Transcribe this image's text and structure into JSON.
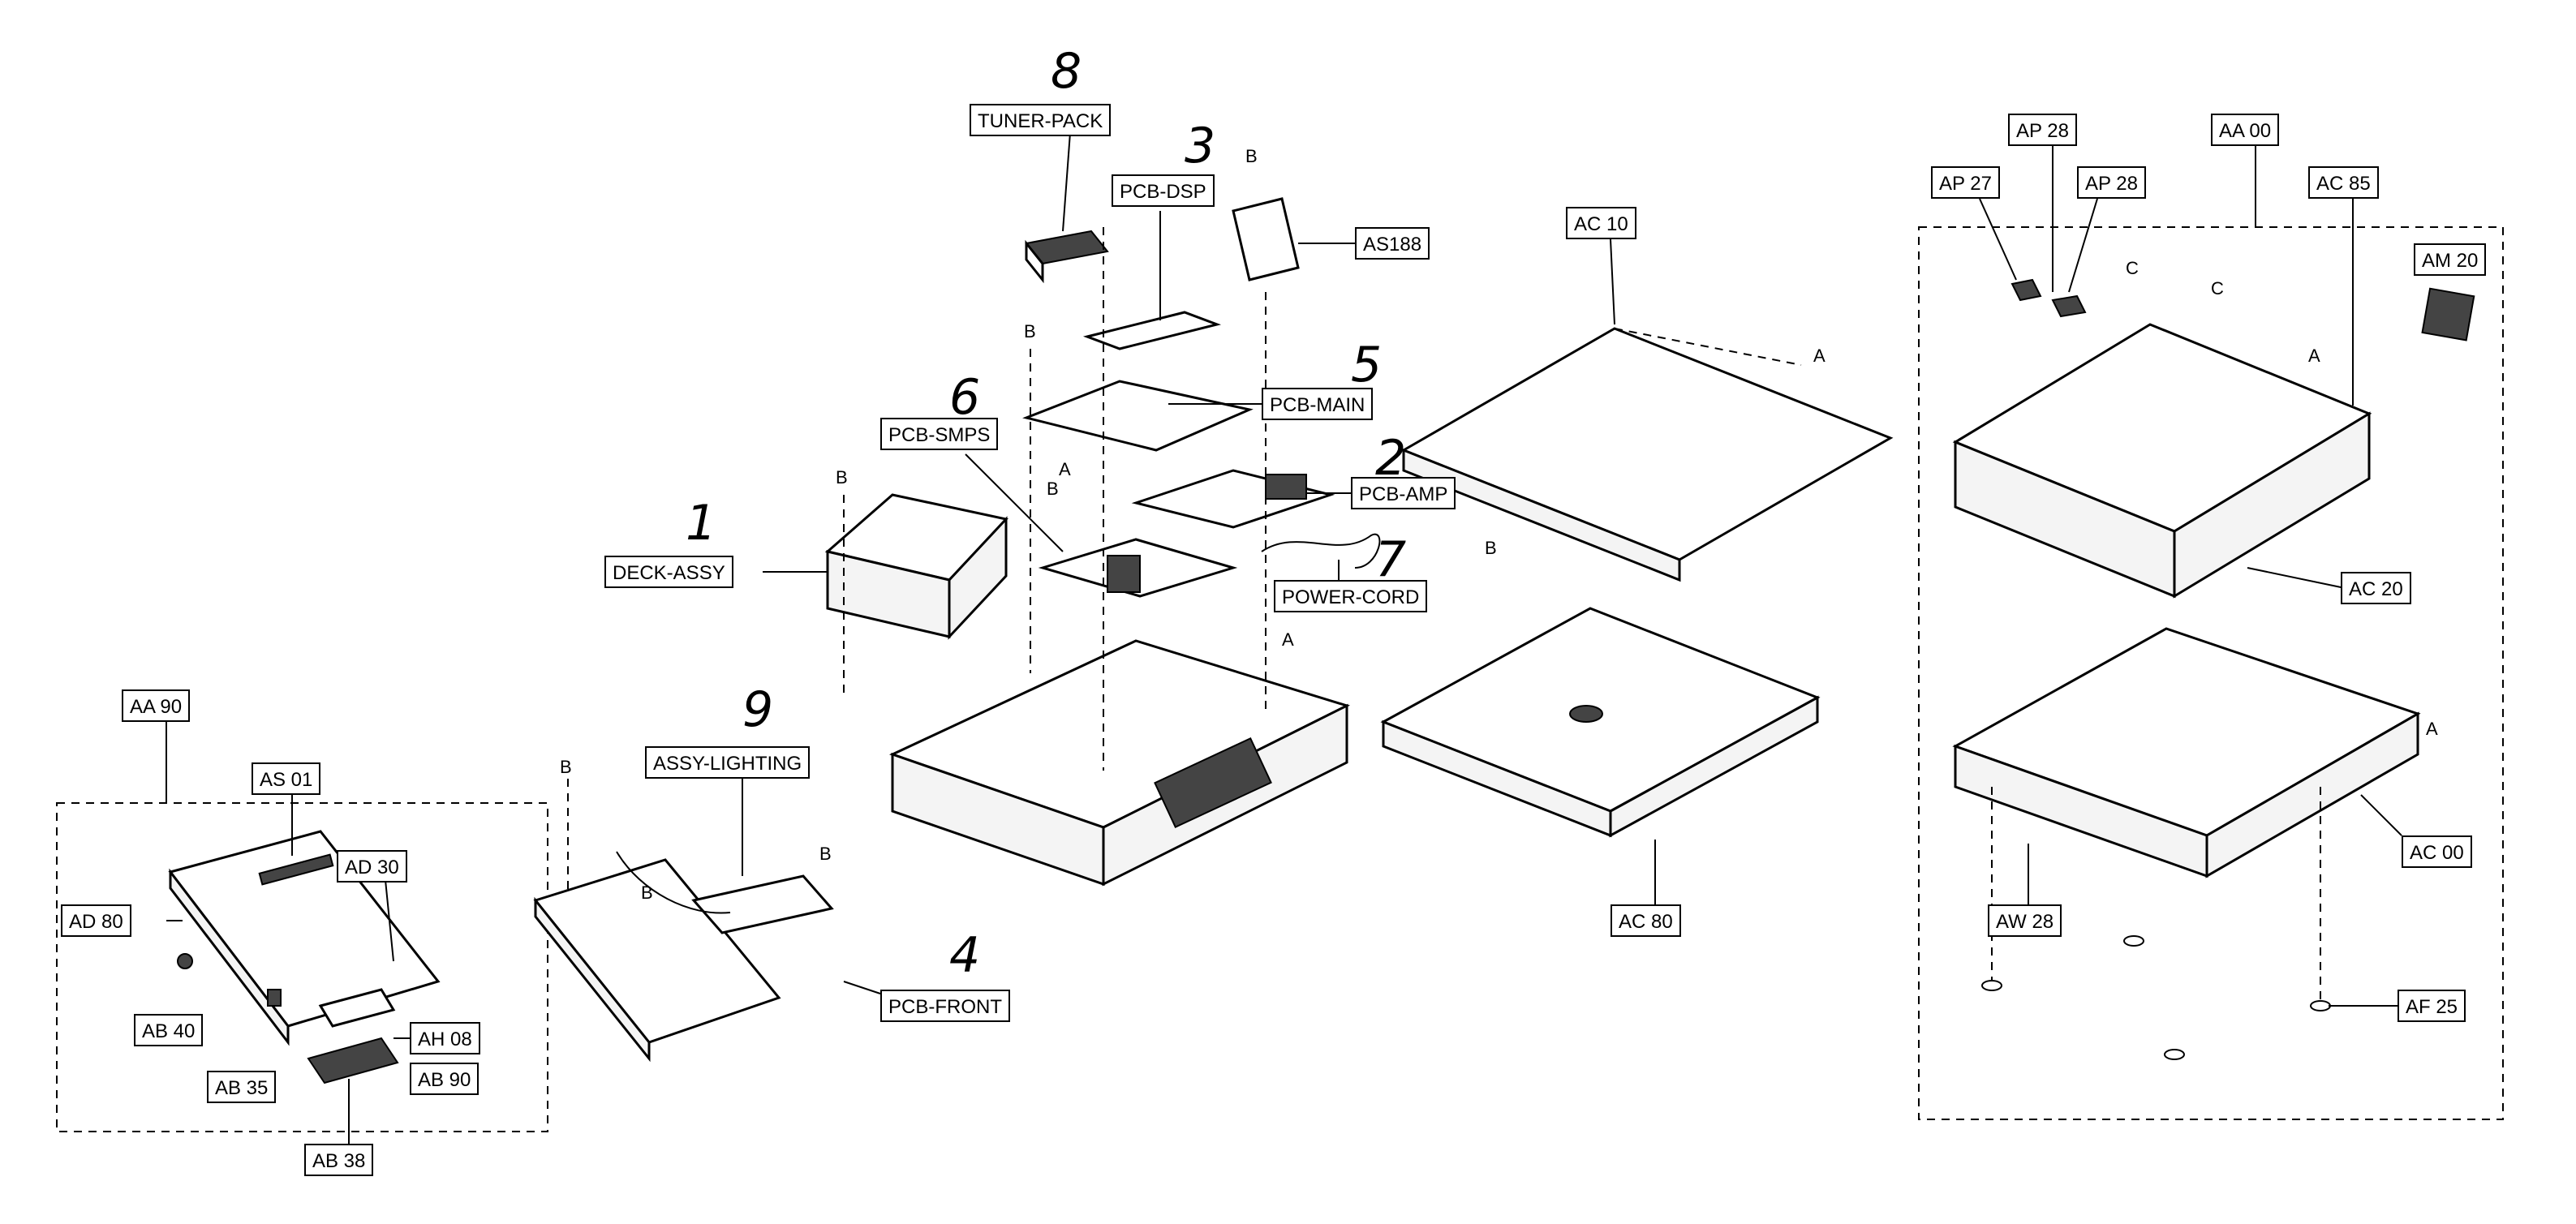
{
  "callouts": {
    "tuner_pack": "TUNER-PACK",
    "pcb_dsp": "PCB-DSP",
    "as188": "AS188",
    "ac10": "AC 10",
    "pcb_main": "PCB-MAIN",
    "pcb_smps": "PCB-SMPS",
    "pcb_amp": "PCB-AMP",
    "deck_assy": "DECK-ASSY",
    "power_cord": "POWER-CORD",
    "assy_lighting": "ASSY-LIGHTING",
    "pcb_front": "PCB-FRONT",
    "aa90": "AA 90",
    "as01": "AS 01",
    "ad30": "AD 30",
    "ad80": "AD 80",
    "ab40": "AB 40",
    "ah08": "AH 08",
    "ab35": "AB 35",
    "ab90": "AB 90",
    "ab38": "AB 38",
    "ac80": "AC 80",
    "ap27": "AP 27",
    "ap28a": "AP 28",
    "ap28b": "AP 28",
    "aa00": "AA 00",
    "ac85": "AC 85",
    "am20": "AM 20",
    "ac20": "AC 20",
    "ac00": "AC 00",
    "aw28": "AW 28",
    "af25": "AF 25"
  },
  "numbers": {
    "n1": "1",
    "n2": "2",
    "n3": "3",
    "n4": "4",
    "n5": "5",
    "n6": "6",
    "n7": "7",
    "n8": "8",
    "n9": "9"
  },
  "markers": {
    "a": "A",
    "b": "B",
    "c": "C"
  }
}
